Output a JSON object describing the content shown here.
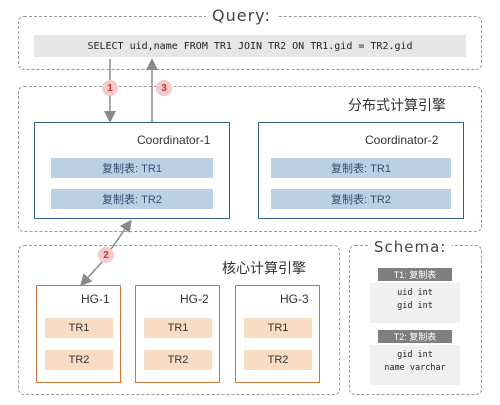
{
  "query": {
    "title": "Query:",
    "sql": "SELECT uid,name FROM TR1 JOIN TR2 ON TR1.gid = TR2.gid"
  },
  "distributed_engine": {
    "label": "分布式计算引擎",
    "coordinators": [
      {
        "title": "Coordinator-1",
        "rows": [
          "复制表: TR1",
          "复制表: TR2"
        ]
      },
      {
        "title": "Coordinator-2",
        "rows": [
          "复制表: TR1",
          "复制表: TR2"
        ]
      }
    ]
  },
  "core_engine": {
    "label": "核心计算引擎",
    "groups": [
      {
        "title": "HG-1",
        "rows": [
          "TR1",
          "TR2"
        ]
      },
      {
        "title": "HG-2",
        "rows": [
          "TR1",
          "TR2"
        ]
      },
      {
        "title": "HG-3",
        "rows": [
          "TR1",
          "TR2"
        ]
      }
    ]
  },
  "schema": {
    "title": "Schema:",
    "tables": [
      {
        "header": "T1: 复制表",
        "fields": [
          "uid int",
          "gid int"
        ]
      },
      {
        "header": "T2: 复制表",
        "fields": [
          "gid int",
          "name varchar"
        ]
      }
    ]
  },
  "steps": [
    "1",
    "3",
    "2"
  ],
  "colors": {
    "coordinator_border": "#2f5f8a",
    "coordinator_row": "#bcd0e4",
    "hg_border": "#c9783a",
    "hg_row": "#f8dcc3",
    "badge": "#f6c9cc",
    "schema_header": "#7f7f7f"
  }
}
